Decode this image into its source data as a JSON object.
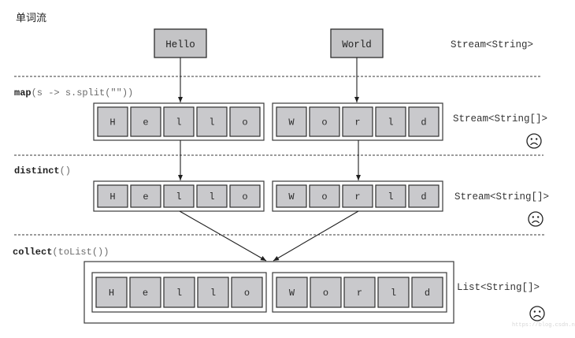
{
  "title": "单词流",
  "source_words": [
    "Hello",
    "World"
  ],
  "stages": [
    {
      "id": "source",
      "operation": null,
      "type_label": "Stream<String>",
      "sad": false
    },
    {
      "id": "map",
      "operation": {
        "name": "map",
        "args": "(s -> s.split(\"\"))"
      },
      "type_label": "Stream<String[]>",
      "sad": true,
      "arrays": [
        [
          "H",
          "e",
          "l",
          "l",
          "o"
        ],
        [
          "W",
          "o",
          "r",
          "l",
          "d"
        ]
      ]
    },
    {
      "id": "distinct",
      "operation": {
        "name": "distinct",
        "args": "()"
      },
      "type_label": "Stream<String[]>",
      "sad": true,
      "arrays": [
        [
          "H",
          "e",
          "l",
          "l",
          "o"
        ],
        [
          "W",
          "o",
          "r",
          "l",
          "d"
        ]
      ]
    },
    {
      "id": "collect",
      "operation": {
        "name": "collect",
        "args": "(toList())"
      },
      "type_label": "List<String[]>",
      "sad": true,
      "arrays": [
        [
          "H",
          "e",
          "l",
          "l",
          "o"
        ],
        [
          "W",
          "o",
          "r",
          "l",
          "d"
        ]
      ]
    }
  ],
  "labels": {
    "hello": "Hello",
    "world": "World",
    "stage0_type": "Stream<String>",
    "stage1_op": "map",
    "stage1_args": "(s -> s.split(\"\"))",
    "stage1_type": "Stream<String[]>",
    "stage2_op": "distinct",
    "stage2_args": "()",
    "stage2_type": "Stream<String[]>",
    "stage3_op": "collect",
    "stage3_args": "(toList())",
    "stage3_type": "List<String[]>"
  },
  "icons": {
    "sad_face": "sad-face-icon"
  },
  "watermark": "https://blog.csdn.net/..."
}
